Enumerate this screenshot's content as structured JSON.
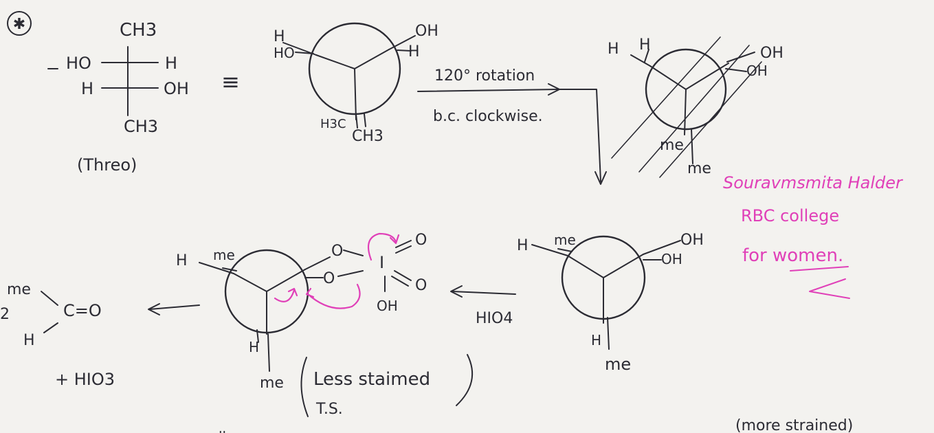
{
  "header": {
    "star_mark": "✱"
  },
  "fischer": {
    "top": "CH3",
    "row1_left": "HO",
    "row1_right": "H",
    "row2_left": "H",
    "row2_right": "OH",
    "bottom": "CH3",
    "name": "(Threo)",
    "equiv": "≡"
  },
  "newman1": {
    "front_upper_left": "H",
    "front_left2": "HO",
    "back_upper_right": "OH",
    "back_right": "H",
    "bottom_left": "H3C",
    "bottom_right": "CH3"
  },
  "arrow_rotation": {
    "line1": "120° rotation",
    "line2": "b.c. clockwise."
  },
  "newman2": {
    "upper_left1": "H",
    "upper_left2": "H",
    "right1": "OH",
    "right2": "OH",
    "bottom_mid": "me",
    "bottom_low": "me"
  },
  "newman3": {
    "upper_left_h": "H",
    "upper_left_me": "me",
    "right1": "OH",
    "right2": "OH",
    "bottom_h": "H",
    "bottom_me": "me"
  },
  "reagent": {
    "label": "HIO4"
  },
  "ts": {
    "upper_left_h": "H",
    "upper_left_me": "me",
    "o_top": "O",
    "o_bottom": "O",
    "iodine": "I",
    "o_eq1": "O",
    "o_eq2": "O",
    "oh": "OH",
    "bottom_h": "H",
    "bottom_me": "me",
    "label_line1": "Less staimed",
    "label_line2": "T.S."
  },
  "product": {
    "coef": "2",
    "me": "me",
    "h": "H",
    "carbonyl": "C=O",
    "byproduct": "+ HIO3"
  },
  "credit": {
    "line1": "Souravmsmita Halder",
    "line2": "RBC college",
    "line3": "for women."
  },
  "footer": {
    "note": "(more strained)"
  },
  "colors": {
    "ink": "#2b2b33",
    "pink": "#e040b8",
    "paper": "#f3f2ef"
  }
}
